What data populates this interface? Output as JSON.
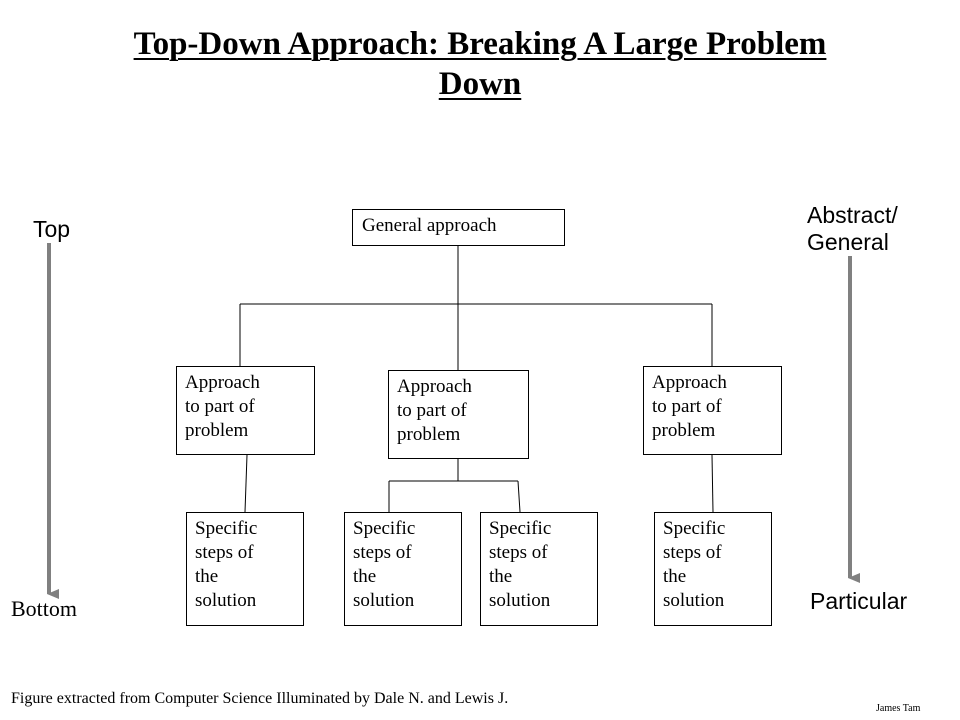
{
  "title": {
    "line1": "Top-Down Approach: Breaking A Large Problem",
    "line2": "Down"
  },
  "left_axis": {
    "top_label": "Top",
    "bottom_label": "Bottom"
  },
  "right_axis": {
    "top_label": "Abstract/\nGeneral",
    "bottom_label": "Particular"
  },
  "diagram": {
    "root": "General approach",
    "parts": [
      "Approach\nto part of\nproblem",
      "Approach\nto part of\nproblem",
      "Approach\nto part of\nproblem"
    ],
    "steps": [
      "Specific\nsteps of\nthe\nsolution",
      "Specific\nsteps of\nthe\nsolution",
      "Specific\nsteps of\nthe\nsolution",
      "Specific\nsteps of\nthe\nsolution"
    ]
  },
  "footer": {
    "source": "Figure extracted from Computer Science Illuminated by Dale N. and Lewis J.",
    "author": "James Tam"
  },
  "colors": {
    "arrow": "#808080",
    "line": "#000000"
  }
}
